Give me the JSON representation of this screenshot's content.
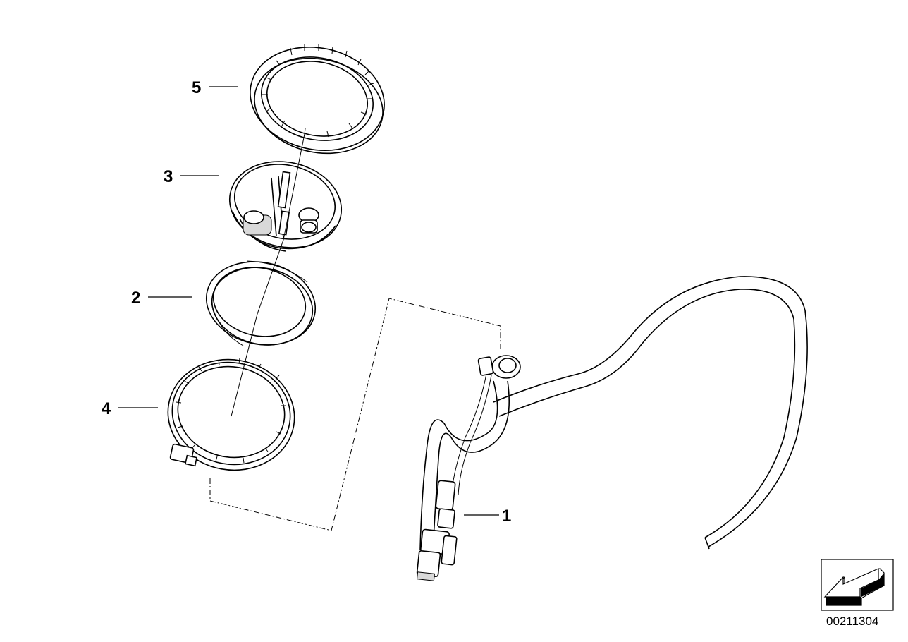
{
  "callouts": [
    {
      "id": "1",
      "label": "1"
    },
    {
      "id": "2",
      "label": "2"
    },
    {
      "id": "3",
      "label": "3"
    },
    {
      "id": "4",
      "label": "4"
    },
    {
      "id": "5",
      "label": "5"
    }
  ],
  "reference_number": "00211304",
  "icons": {
    "navigation": "arrow-down-left-icon"
  }
}
